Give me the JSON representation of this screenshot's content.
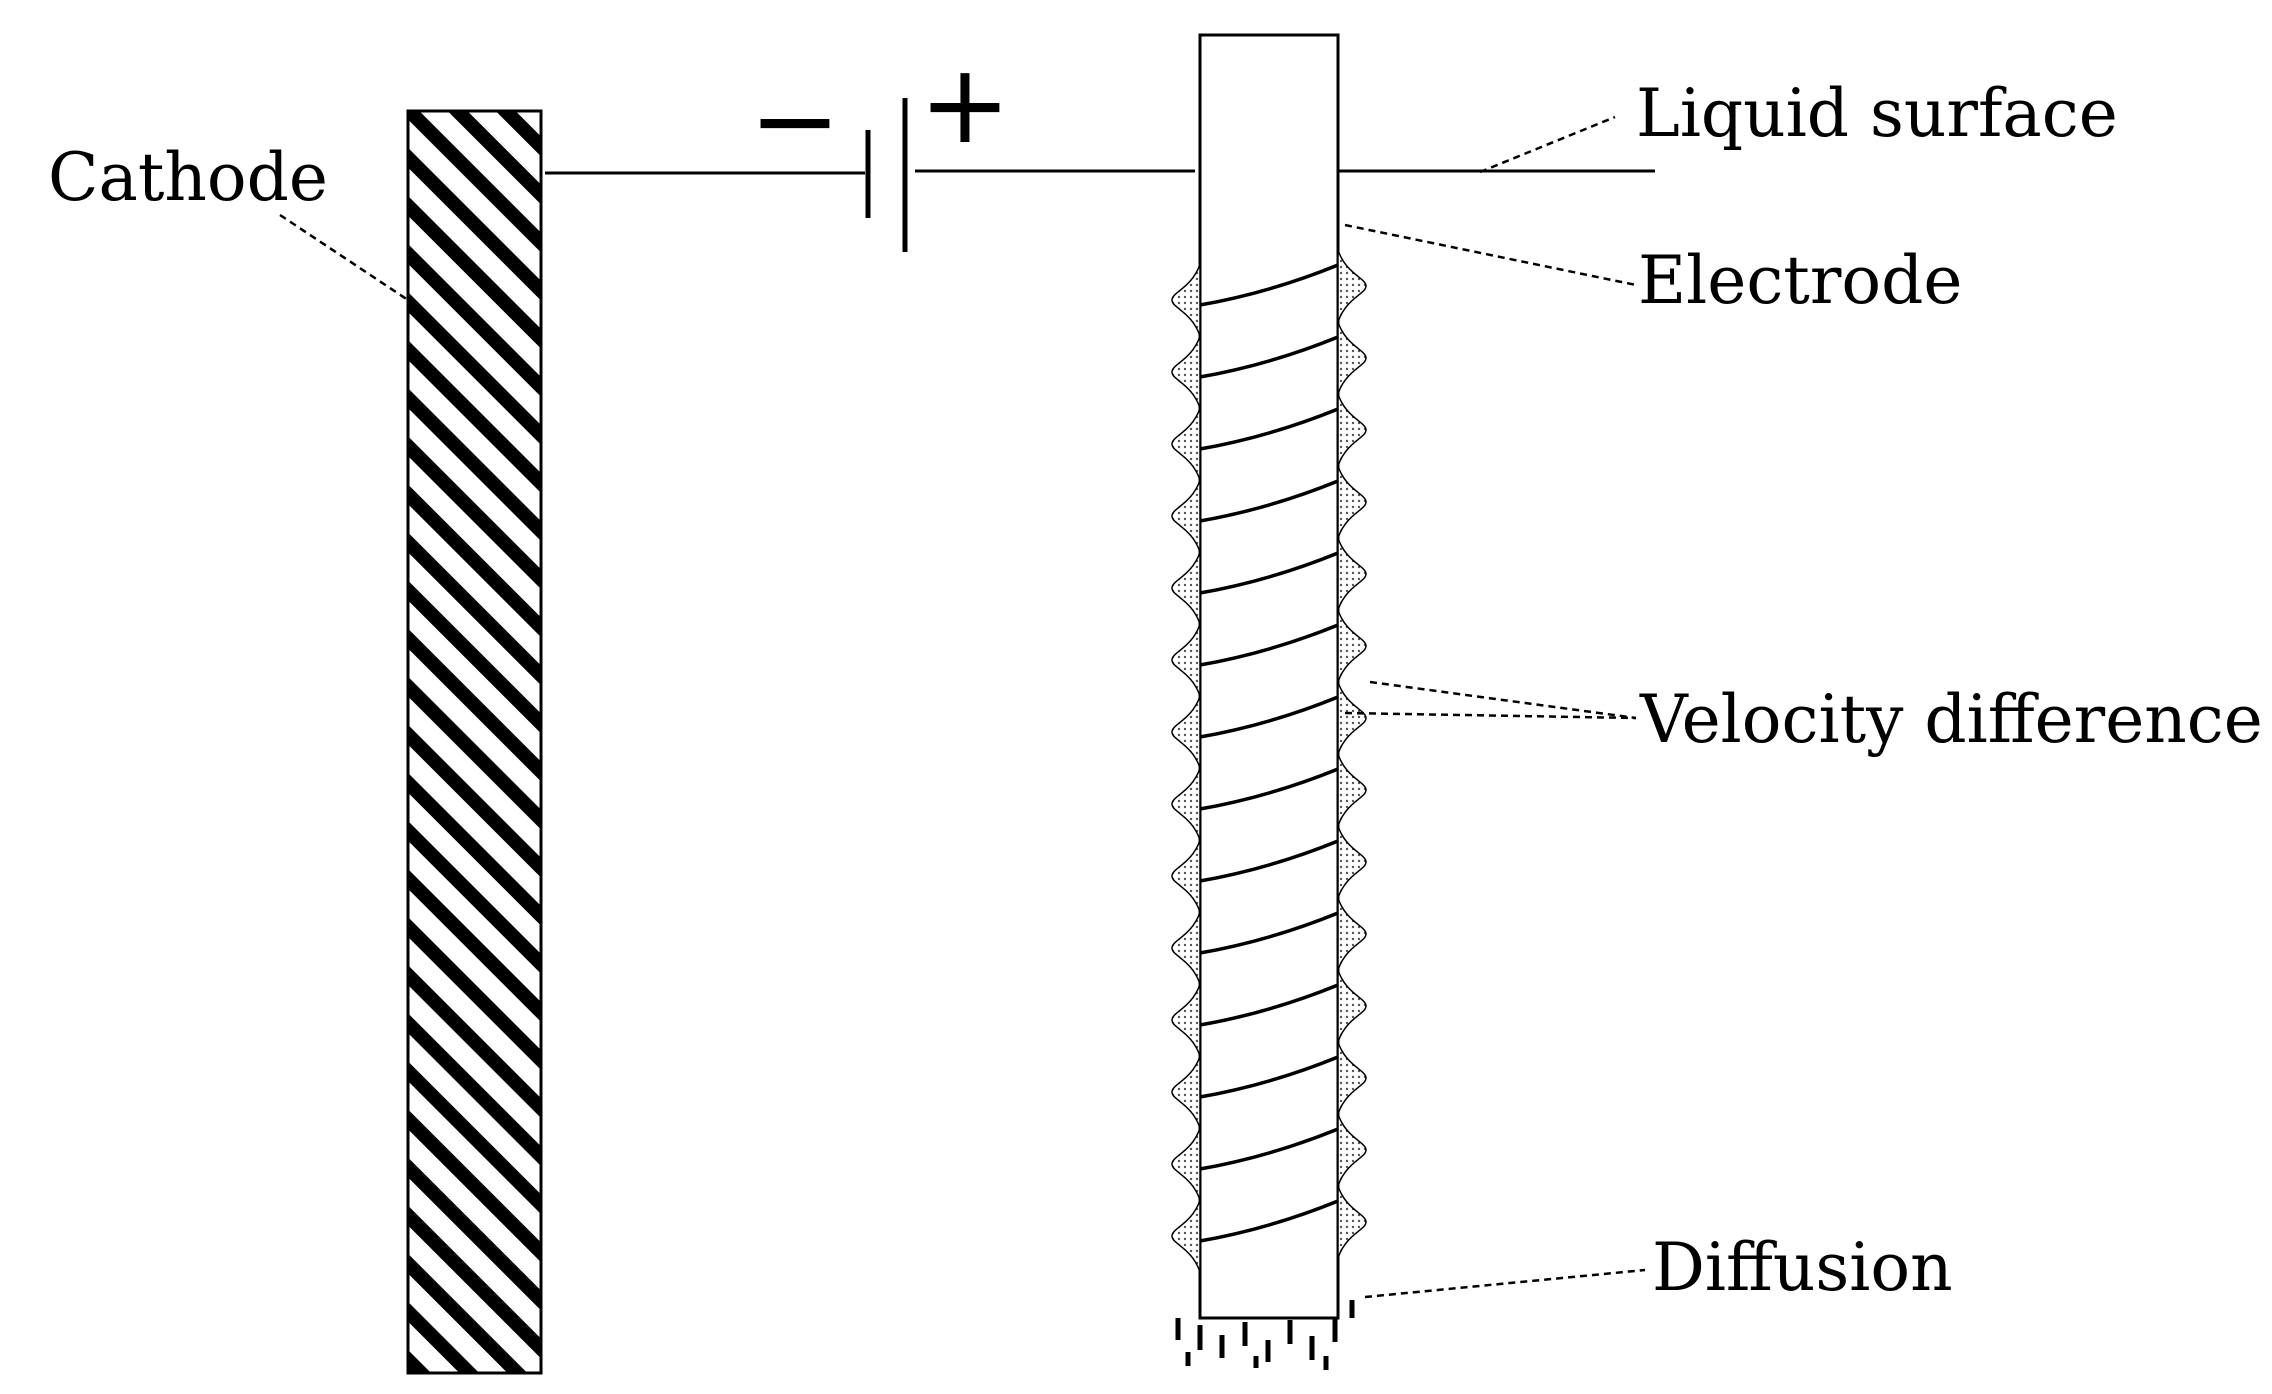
{
  "labels": {
    "cathode": "Cathode",
    "liquid_surface": "Liquid surface",
    "electrode": "Electrode",
    "velocity_difference": "Velocity difference",
    "diffusion": "Diffusion"
  },
  "battery": {
    "negative": "−",
    "positive": "+"
  },
  "colors": {
    "ink": "#000000",
    "background": "#ffffff",
    "bulge_fill": "#d9d9d9"
  }
}
